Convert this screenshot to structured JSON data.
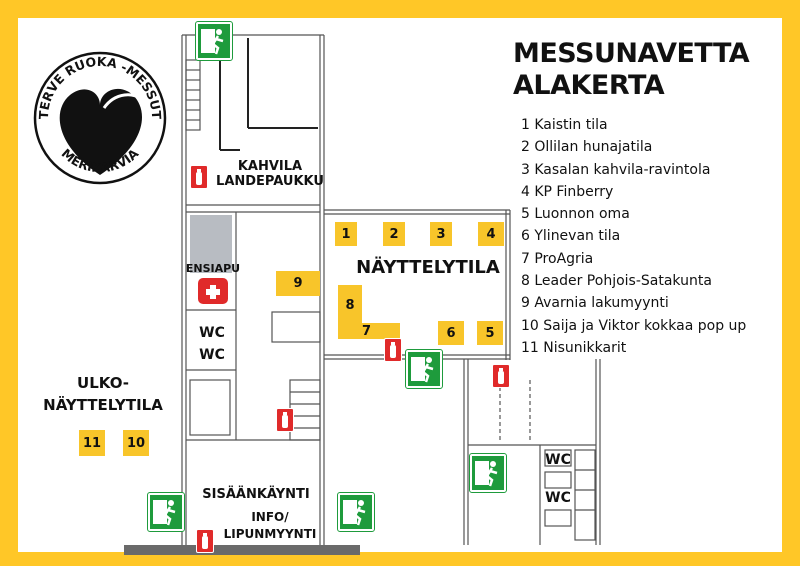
{
  "map": {
    "title_line1": "MESSUNAVETTA",
    "title_line2": "ALAKERTA",
    "logo": {
      "text_top": "TERVE RUOKA -MESSUT",
      "text_bottom": "MERIKARVIA",
      "icon": "heart-with-bird-logo"
    },
    "areas": {
      "kahvila_line1": "KAHVILA",
      "kahvila_line2": "LANDEPAUKKU",
      "ensiapu": "ENSIAPU",
      "wc1": "WC",
      "wc2": "WC",
      "wc3": "WC",
      "wc4": "WC",
      "nayttelytila": "NÄYTTELYTILA",
      "ulko_line1": "ULKO-",
      "ulko_line2": "NÄYTTELYTILA",
      "sisaankaynti": "SISÄÄNKÄYNTI",
      "info_line1": "INFO/",
      "info_line2": "LIPUNMYYNTI"
    },
    "booths": [
      "1",
      "2",
      "3",
      "4",
      "5",
      "6",
      "7",
      "8",
      "9",
      "10",
      "11"
    ],
    "legend": [
      "1 Kaistin tila",
      "2 Ollilan hunajatila",
      "3 Kasalan kahvila-ravintola",
      "4 KP Finberry",
      "5 Luonnon oma",
      "6 Ylinevan tila",
      "7 ProAgria",
      "8 Leader Pohjois-Satakunta",
      "9 Avarnia lakumyynti",
      "10 Saija ja Viktor kokkaa pop up",
      "11 Nisunikkarit"
    ],
    "icons": {
      "exit": "emergency-exit-icon",
      "extinguisher": "fire-extinguisher-icon",
      "first_aid": "first-aid-kit-icon"
    },
    "colors": {
      "frame": "#ffc727",
      "booth": "#f8c52a",
      "exit_sign": "#1e9b3c",
      "fire_sign": "#e02a2a"
    }
  }
}
